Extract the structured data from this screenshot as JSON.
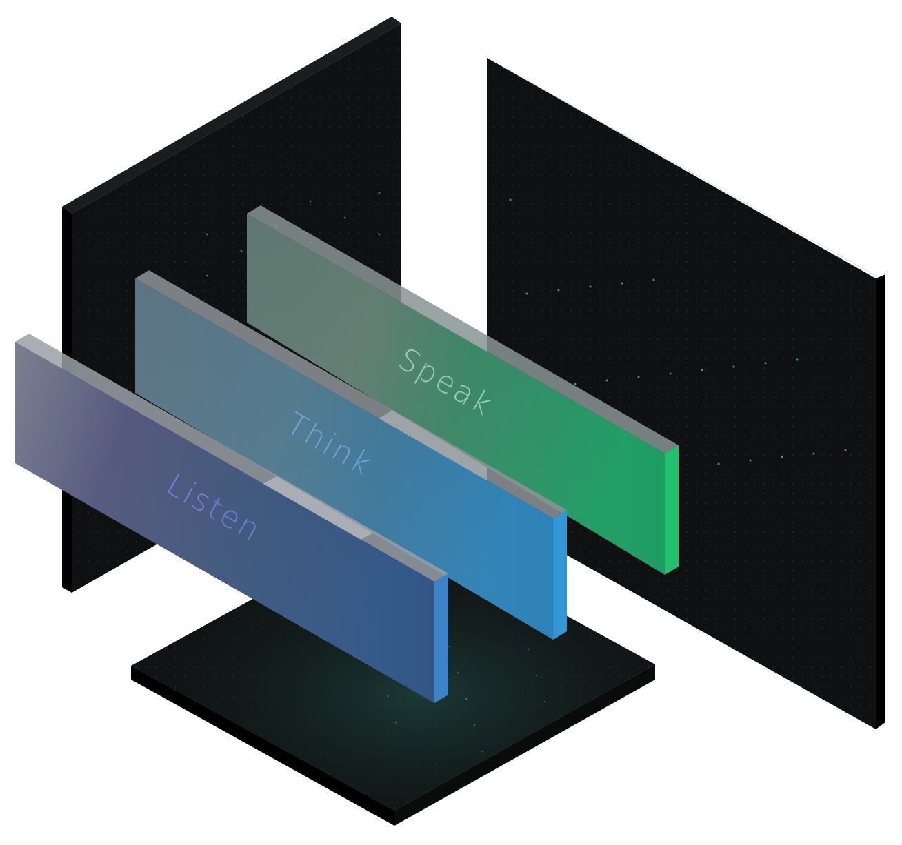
{
  "layers": [
    {
      "id": "speak",
      "label": "Speak",
      "accent": "#1f9e63",
      "label_color": "#b8e3cc"
    },
    {
      "id": "think",
      "label": "Think",
      "accent": "#2c89c2",
      "label_color": "#7aa8e6"
    },
    {
      "id": "listen",
      "label": "Listen",
      "accent": "#2f4fa0",
      "label_color": "#7b84e6"
    }
  ],
  "colors": {
    "panel": "#0e1011",
    "panel_edge": "#000000",
    "dot": "#2a2d2e",
    "dot_glow": "#2fd6c6"
  }
}
